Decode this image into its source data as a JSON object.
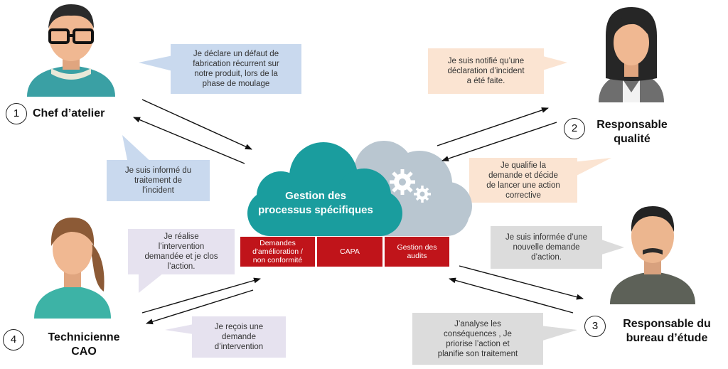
{
  "cloud": {
    "title": "Gestion des\nprocessus spécifiques"
  },
  "processes": [
    {
      "label": "Demandes\nd'amélioration /\nnon conformité"
    },
    {
      "label": "CAPA"
    },
    {
      "label": "Gestion des\naudits"
    }
  ],
  "actors": [
    {
      "number": "1",
      "label": "Chef d’atelier"
    },
    {
      "number": "2",
      "label": "Responsable\nqualité"
    },
    {
      "number": "3",
      "label": "Responsable du\nbureau d’étude"
    },
    {
      "number": "4",
      "label": "Technicienne\nCAO"
    }
  ],
  "bubbles": {
    "chef_declare": "Je déclare un défaut de\nfabrication récurrent sur\nnotre produit, lors de la\nphase de moulage",
    "chef_informe": "Je suis informé du\ntraitement de\nl’incident",
    "qualite_notifie": "Je suis notifié qu’une\ndéclaration d’incident\na été faite.",
    "qualite_qualifie": "Je qualifie la\ndemande et décide\nde lancer une action\ncorrective",
    "bureau_informe": "Je suis informée d’une\nnouvelle demande\nd’action.",
    "bureau_analyse": "J’analyse les\nconséquences , Je\npriorise l’action et\nplanifie son traitement",
    "tech_realise": "Je réalise\nl’intervention\ndemandée et je clos\nl’action.",
    "tech_recois": "Je reçois une\ndemande\nd’intervention"
  },
  "colors": {
    "blue_bubble": "#c9d9ee",
    "peach_bubble": "#fbe4d2",
    "grey_bubble": "#dcdcdc",
    "lavender_bubble": "#e6e2ef",
    "teal_cloud": "#1a9d9e",
    "grey_cloud": "#b9c6d0",
    "process_red": "#c0141a"
  }
}
